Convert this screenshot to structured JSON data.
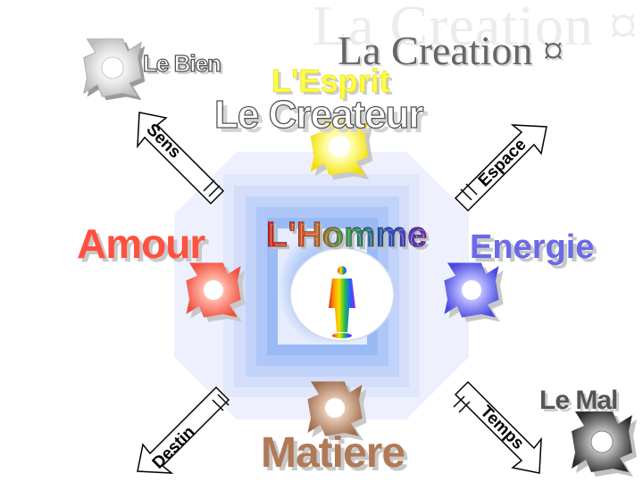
{
  "title": {
    "main": "La Creation ¤",
    "echo": "La Creation ¤"
  },
  "top": {
    "le_bien": "Le Bien",
    "esprit": "L'Esprit",
    "createur": "Le Createur"
  },
  "center": {
    "homme": "L'Homme"
  },
  "sides": {
    "amour": "Amour",
    "energie": "Energie",
    "matiere": "Matiere",
    "le_mal": "Le Mal"
  },
  "arrows": {
    "sens": "Sens",
    "espace": "Espace",
    "destin": "Destin",
    "temps": "Temps"
  },
  "colors": {
    "bien_symbol": "#d8d8d8",
    "esprit": "#ffff66",
    "amour": "#ff5a4a",
    "energie": "#6a6ae8",
    "matiere": "#b08060",
    "mal": "#555555",
    "panel": "#dfe6fb",
    "panel_core": "#8fb4f4"
  }
}
